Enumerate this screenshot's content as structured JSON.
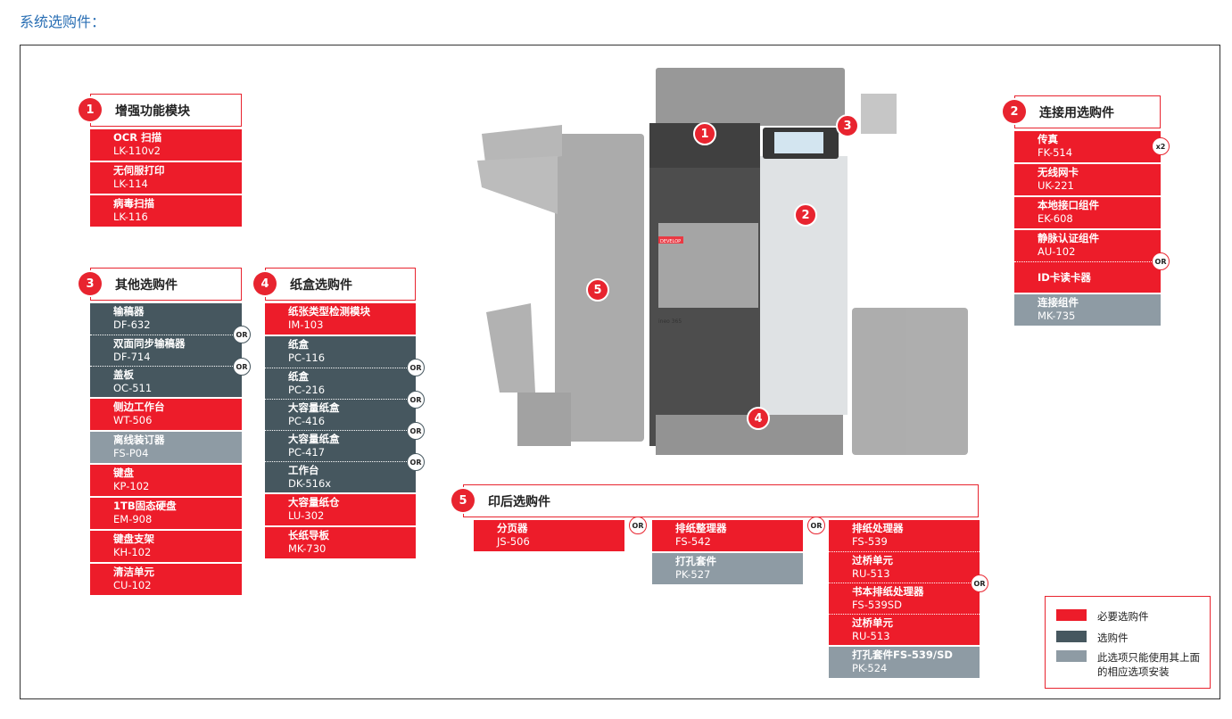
{
  "page_title": "系统选购件：",
  "colors": {
    "required": "#ed1c2a",
    "optional": "#46575f",
    "dependent": "#8e9ba4"
  },
  "groups": [
    {
      "id": "g1",
      "num": "1",
      "title": "增强功能模块",
      "blocks": [
        {
          "type": "red",
          "items": [
            {
              "name": "OCR 扫描",
              "code": "LK-110v2"
            }
          ]
        },
        {
          "type": "red",
          "items": [
            {
              "name": "无伺服打印",
              "code": "LK-114"
            }
          ]
        },
        {
          "type": "red",
          "items": [
            {
              "name": "病毒扫描",
              "code": "LK-116"
            }
          ]
        }
      ]
    },
    {
      "id": "g2",
      "num": "2",
      "title": "连接用选购件",
      "blocks": [
        {
          "type": "red",
          "items": [
            {
              "name": "传真",
              "code": "FK-514",
              "badge": "x2"
            }
          ]
        },
        {
          "type": "red",
          "items": [
            {
              "name": "无线网卡",
              "code": "UK-221"
            }
          ]
        },
        {
          "type": "red",
          "items": [
            {
              "name": "本地接口组件",
              "code": "EK-608"
            }
          ]
        },
        {
          "type": "red",
          "items": [
            {
              "name": "静脉认证组件",
              "code": "AU-102",
              "sep_badge": "OR"
            },
            {
              "name": "ID卡读卡器",
              "code": ""
            }
          ]
        },
        {
          "type": "grey",
          "items": [
            {
              "name": "连接组件",
              "code": "MK-735"
            }
          ]
        }
      ]
    },
    {
      "id": "g3",
      "num": "3",
      "title": "其他选购件",
      "blocks": [
        {
          "type": "dark",
          "items": [
            {
              "name": "输稿器",
              "code": "DF-632",
              "sep_badge": "OR"
            },
            {
              "name": "双面同步输稿器",
              "code": "DF-714",
              "sep_badge": "OR"
            },
            {
              "name": "盖板",
              "code": "OC-511"
            }
          ]
        },
        {
          "type": "red",
          "items": [
            {
              "name": "侧边工作台",
              "code": "WT-506"
            }
          ]
        },
        {
          "type": "grey",
          "items": [
            {
              "name": "离线装订器",
              "code": "FS-P04"
            }
          ]
        },
        {
          "type": "red",
          "items": [
            {
              "name": "键盘",
              "code": "KP-102"
            }
          ]
        },
        {
          "type": "red",
          "items": [
            {
              "name": "1TB固态硬盘",
              "code": "EM-908"
            }
          ]
        },
        {
          "type": "red",
          "items": [
            {
              "name": "键盘支架",
              "code": "KH-102"
            }
          ]
        },
        {
          "type": "red",
          "items": [
            {
              "name": "清洁单元",
              "code": "CU-102"
            }
          ]
        }
      ]
    },
    {
      "id": "g4",
      "num": "4",
      "title": "纸盒选购件",
      "blocks": [
        {
          "type": "red",
          "items": [
            {
              "name": "纸张类型检测模块",
              "code": "IM-103"
            }
          ]
        },
        {
          "type": "dark",
          "items": [
            {
              "name": "纸盒",
              "code": "PC-116",
              "sep_badge": "OR"
            },
            {
              "name": "纸盒",
              "code": "PC-216",
              "sep_badge": "OR"
            },
            {
              "name": "大容量纸盒",
              "code": "PC-416",
              "sep_badge": "OR"
            },
            {
              "name": "大容量纸盒",
              "code": "PC-417",
              "sep_badge": "OR"
            },
            {
              "name": "工作台",
              "code": "DK-516x"
            }
          ]
        },
        {
          "type": "red",
          "items": [
            {
              "name": "大容量纸仓",
              "code": "LU-302"
            }
          ]
        },
        {
          "type": "red",
          "items": [
            {
              "name": "长纸导板",
              "code": "MK-730"
            }
          ]
        }
      ]
    },
    {
      "id": "g5",
      "num": "5",
      "title": "印后选购件",
      "columns": [
        {
          "or_after": "OR",
          "blocks": [
            {
              "type": "red",
              "items": [
                {
                  "name": "分页器",
                  "code": "JS-506"
                }
              ]
            }
          ]
        },
        {
          "or_after": "OR",
          "blocks": [
            {
              "type": "red",
              "items": [
                {
                  "name": "排纸整理器",
                  "code": "FS-542"
                }
              ]
            },
            {
              "type": "grey",
              "items": [
                {
                  "name": "打孔套件",
                  "code": "PK-527"
                }
              ]
            }
          ]
        },
        {
          "blocks": [
            {
              "type": "red",
              "items": [
                {
                  "name": "排纸处理器",
                  "code": "FS-539"
                },
                {
                  "name": "过桥单元",
                  "code": "RU-513",
                  "sep_badge": "OR",
                  "hidden_sep": false
                },
                {
                  "name": "书本排纸处理器",
                  "code": "FS-539SD"
                },
                {
                  "name": "过桥单元",
                  "code": "RU-513"
                }
              ]
            },
            {
              "type": "grey",
              "items": [
                {
                  "name": "打孔套件FS-539/SD",
                  "code": "PK-524"
                }
              ]
            }
          ]
        }
      ]
    }
  ],
  "printer_markers": [
    "1",
    "3",
    "2",
    "5",
    "4"
  ],
  "printer_brand": "DEVELOP",
  "printer_model": "ineo 365",
  "legend": [
    {
      "type": "red",
      "label": "必要选购件"
    },
    {
      "type": "dark",
      "label": "选购件"
    },
    {
      "type": "grey",
      "label": "此选项只能使用其上面的相应选项安装"
    }
  ]
}
